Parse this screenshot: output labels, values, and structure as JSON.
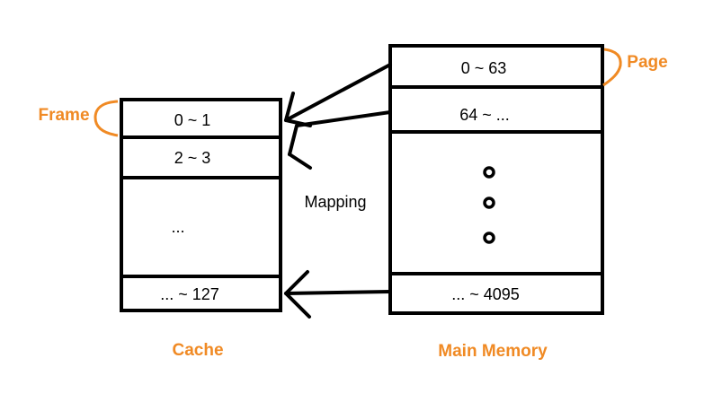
{
  "colors": {
    "accent": "#f08a24",
    "ink": "#000000",
    "background": "#ffffff"
  },
  "cache": {
    "caption": "Cache",
    "rows": [
      "0 ~ 1",
      "2 ~ 3",
      "...",
      "... ~ 127"
    ]
  },
  "main_memory": {
    "caption": "Main Memory",
    "rows": [
      "0 ~ 63",
      "64 ~ ...",
      "",
      "... ~ 4095"
    ]
  },
  "labels": {
    "frame": "Frame",
    "page": "Page",
    "mapping": "Mapping"
  },
  "icons": {
    "ellipsis": "vertical-ellipsis-icon"
  }
}
